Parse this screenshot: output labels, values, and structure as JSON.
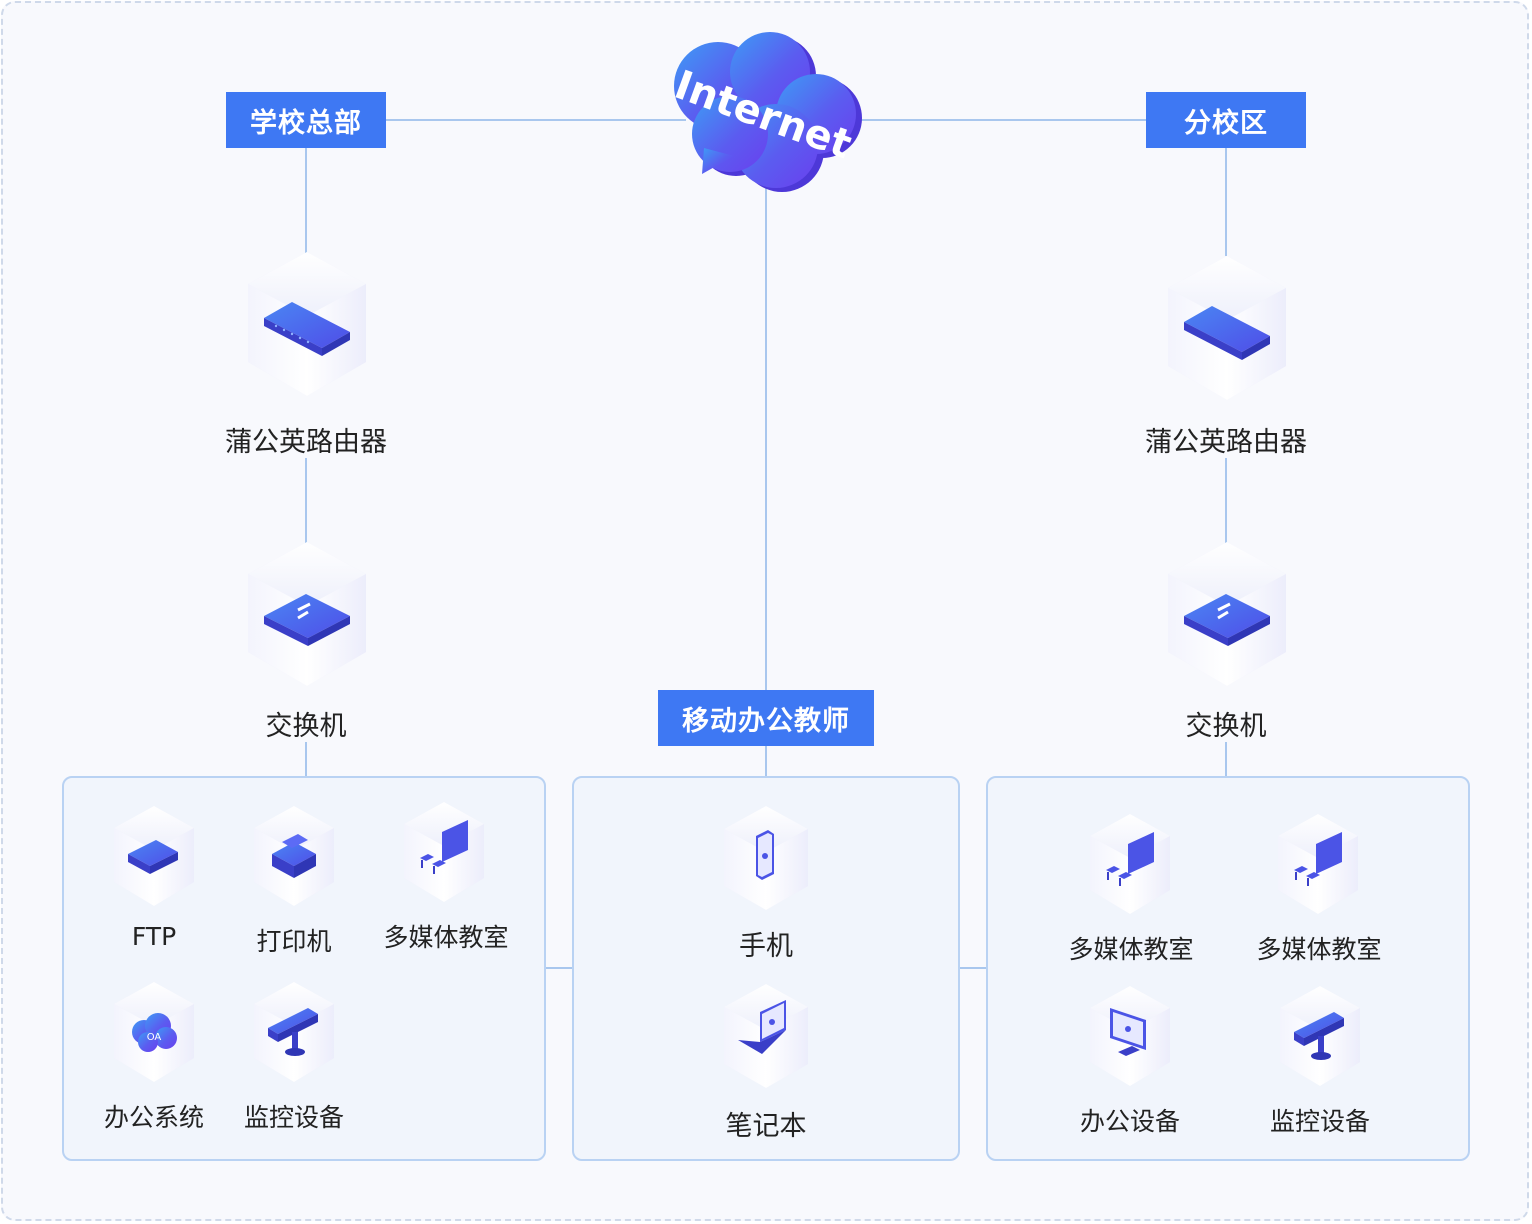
{
  "nodes": {
    "internet": "Internet",
    "hq": "学校总部",
    "branch": "分校区",
    "mobile": "移动办公教师",
    "hq_router": "蒲公英路由器",
    "hq_switch": "交换机",
    "branch_router": "蒲公英路由器",
    "branch_switch": "交换机"
  },
  "hq_devices": [
    "FTP",
    "打印机",
    "多媒体教室",
    "办公系统",
    "监控设备"
  ],
  "mobile_devices": [
    "手机",
    "笔记本"
  ],
  "branch_devices": [
    "多媒体教室",
    "多媒体教室",
    "办公设备",
    "监控设备"
  ],
  "icons": {
    "internet": "cloud-icon",
    "router": "router-icon",
    "switch": "switch-icon",
    "ftp": "ftp-server-icon",
    "printer": "printer-icon",
    "classroom": "classroom-icon",
    "oa": "oa-cloud-icon",
    "camera": "camera-icon",
    "phone": "phone-icon",
    "laptop": "laptop-icon",
    "monitor": "monitor-icon"
  },
  "colors": {
    "accent": "#3e78f3",
    "line": "#a9c7ee",
    "device": "#4a52e8",
    "cloud": "#5b48f0"
  }
}
